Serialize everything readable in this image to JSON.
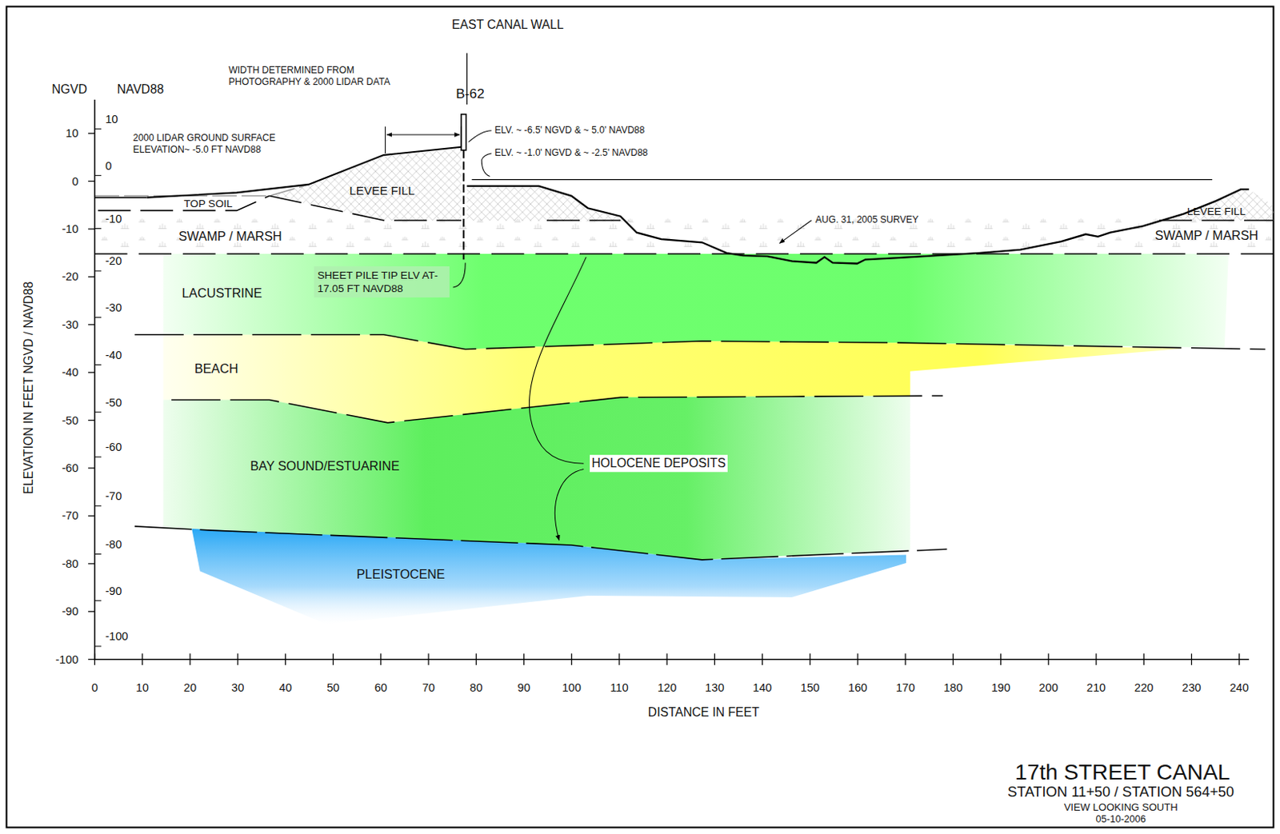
{
  "diagram": {
    "title": "17th STREET CANAL",
    "nodes": [
      {
        "text": [
          "LEVEE FILL"
        ]
      },
      {
        "text": [
          "TOP SOIL"
        ]
      },
      {
        "text": [
          "SWAMP / MARSH"
        ]
      },
      {
        "text": [
          "LACUSTRINE"
        ]
      },
      {
        "text": [
          "BEACH"
        ]
      },
      {
        "text": [
          "BAY SOUND/ESTUARINE"
        ]
      },
      {
        "text": [
          "PLEISTOCENE"
        ]
      },
      {
        "text": [
          "LEVEE FILL"
        ]
      },
      {
        "text": [
          "SWAMP / MARSH"
        ]
      }
    ],
    "labels": [
      "NGVD",
      "NAVD88",
      "EAST CANAL WALL",
      "WIDTH DETERMINED FROM PHOTOGRAPHY & 2000 LIDAR DATA",
      "B-62",
      "2000 LIDAR GROUND SURFACE ELEVATION~ -5.0 FT NAVD88",
      "ELV. ~ -6.5' NGVD & ~ 5.0' NAVD88",
      "ELV. ~ -1.0' NGVD & ~ -2.5' NAVD88",
      "AUG. 31, 2005 SURVEY",
      "SHEET PILE TIP ELV AT-17.05 FT NAVD88",
      "HOLOCENE DEPOSITS",
      "ELEVATION IN FEET NGVD / NAVD88",
      "DISTANCE IN FEET",
      "10",
      "0",
      "-10",
      "-20",
      "-30",
      "-40",
      "-50",
      "-60",
      "-70",
      "-80",
      "-90",
      "-100",
      "10",
      "0",
      "-10",
      "-20",
      "-30",
      "-40",
      "-50",
      "-60",
      "-70",
      "-80",
      "-90",
      "-100",
      "0",
      "10",
      "20",
      "30",
      "40",
      "50",
      "60",
      "70",
      "80",
      "90",
      "100",
      "110",
      "120",
      "130",
      "140",
      "150",
      "160",
      "170",
      "180",
      "190",
      "200",
      "210",
      "220",
      "230",
      "240",
      "STATION 11+50 / STATION 564+50",
      "VIEW LOOKING SOUTH",
      "05-10-2006"
    ]
  }
}
